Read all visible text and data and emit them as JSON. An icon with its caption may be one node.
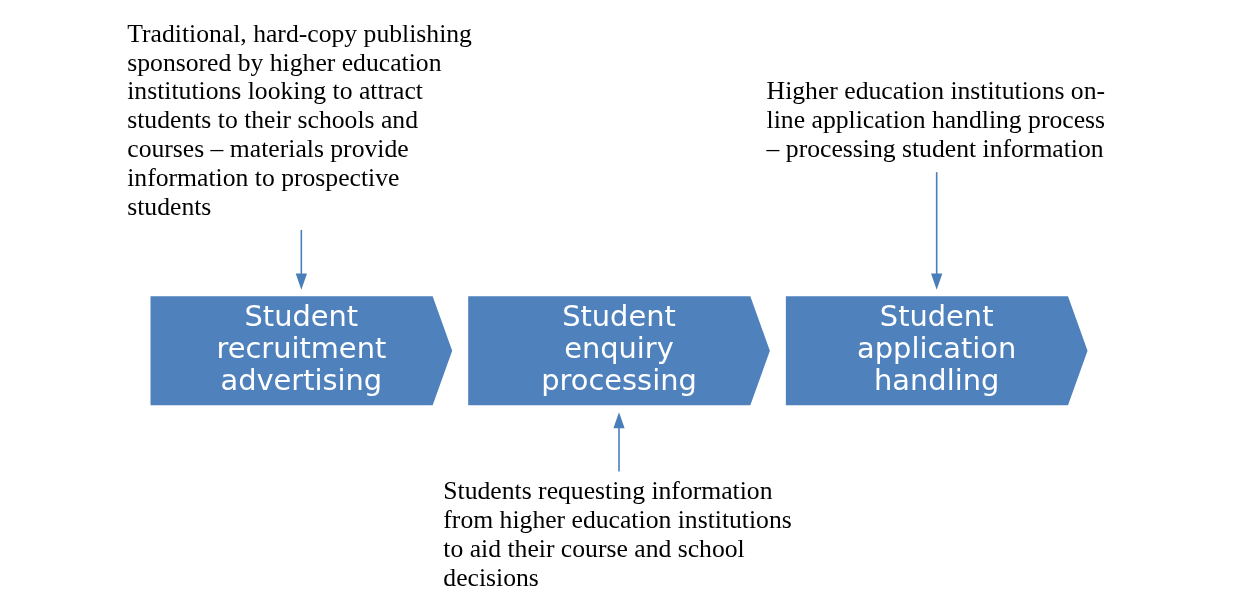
{
  "diagram": {
    "nodes": [
      {
        "text": [
          "Traditional, hard-copy publishing sponsored by higher education institutions looking to attract students to their schools and courses – materials provide information to prospective students"
        ]
      },
      {
        "text": [
          "Higher education institutions on-line application handling process – processing student information"
        ]
      },
      {
        "text": [
          "Student recruitment advertising"
        ]
      },
      {
        "text": [
          "Student enquiry processing"
        ]
      },
      {
        "text": [
          "Student application handling"
        ]
      },
      {
        "text": [
          "Students requesting information from higher education institutions to aid their course and school decisions"
        ]
      }
    ],
    "edges": [
      {
        "from": 0,
        "to": 2,
        "arrow": "to"
      },
      {
        "from": 1,
        "to": 4,
        "arrow": "to"
      },
      {
        "from": 5,
        "to": 3,
        "arrow": "to"
      }
    ]
  }
}
